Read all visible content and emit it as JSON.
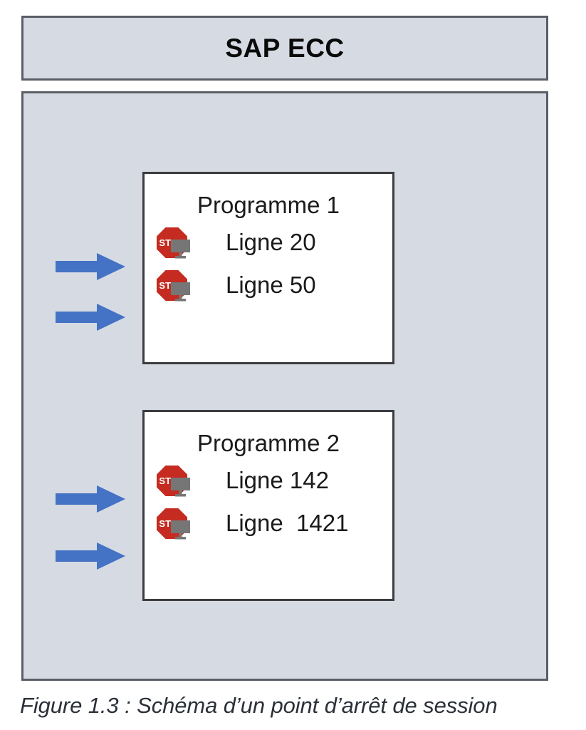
{
  "header": {
    "title": "SAP ECC"
  },
  "colors": {
    "panel_fill": "#D6DAE3",
    "panel_border": "#5A5E66",
    "program_fill": "#FFFFFF",
    "program_border": "#3C3C40",
    "arrow_blue": "#4472C4",
    "stop_red": "#C52B20",
    "monitor_gray": "#767676",
    "caption_text": "#2B3038"
  },
  "session": {
    "programs": [
      {
        "title": "Programme 1",
        "breakpoints": [
          {
            "icon": "breakpoint-stop-icon",
            "label": "Ligne 20",
            "arrow": "arrow-right-icon"
          },
          {
            "icon": "breakpoint-stop-icon",
            "label": "Ligne 50",
            "arrow": "arrow-right-icon"
          }
        ]
      },
      {
        "title": "Programme 2",
        "breakpoints": [
          {
            "icon": "breakpoint-stop-icon",
            "label": "Ligne 142",
            "arrow": "arrow-right-icon"
          },
          {
            "icon": "breakpoint-stop-icon",
            "label": "Ligne  1421",
            "arrow": "arrow-right-icon"
          }
        ]
      }
    ]
  },
  "caption": {
    "text": "Figure 1.3 : Schéma d’un point d’arrêt de session"
  }
}
